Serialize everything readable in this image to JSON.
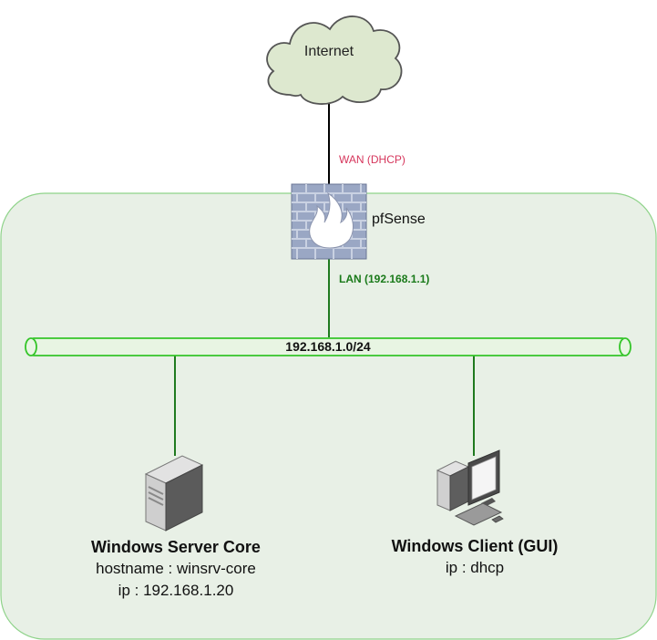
{
  "colors": {
    "lan_zone_fill": "#e8f0e6",
    "lan_zone_stroke": "#8fd38a",
    "link_green": "#1f7a1f",
    "wan_text": "#d6365c",
    "lan_text": "#1a7a1a",
    "cloud_fill": "#dde8cf",
    "firewall_fill": "#9aa7c4",
    "wire": "#000000"
  },
  "internet": {
    "label": "Internet",
    "icon": "cloud-icon"
  },
  "wan_link": {
    "label": "WAN (DHCP)"
  },
  "firewall": {
    "label": "pfSense",
    "icon": "firewall-icon"
  },
  "lan_link": {
    "label": "LAN (192.168.1.1)"
  },
  "subnet_bus": {
    "label": "192.168.1.0/24"
  },
  "server": {
    "icon": "server-tower-icon",
    "title": "Windows Server Core",
    "hostname": "hostname : winsrv-core",
    "ip": "ip : 192.168.1.20"
  },
  "client": {
    "icon": "desktop-pc-icon",
    "title": "Windows Client (GUI)",
    "ip": "ip : dhcp"
  }
}
